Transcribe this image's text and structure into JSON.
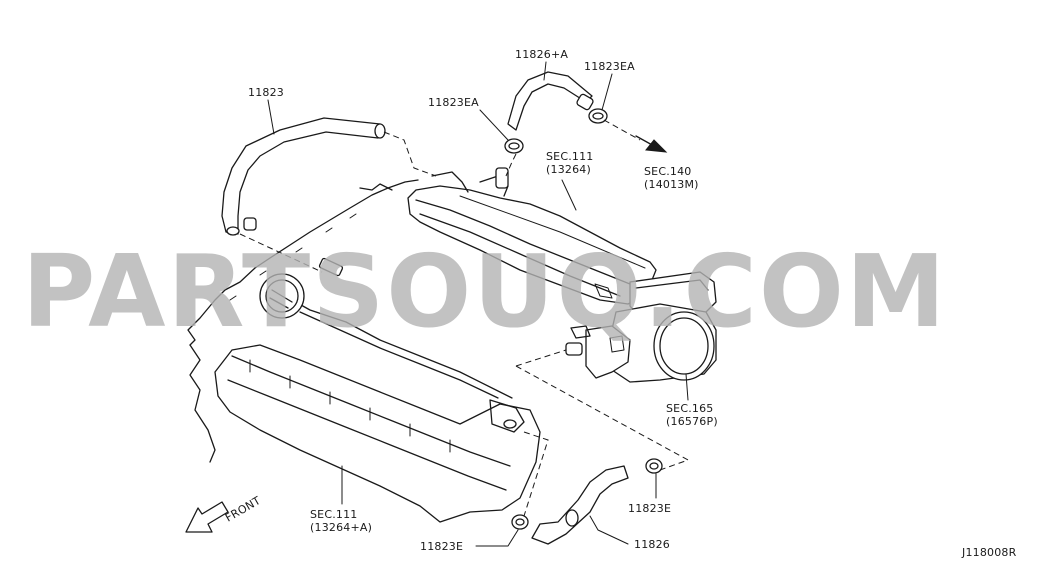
{
  "watermark": "PARTSOUQ.COM",
  "diagram_code": "J118008R",
  "front_label": "FRONT",
  "labels": {
    "hose_11823": "11823",
    "hose_11826a": "11826+A",
    "clamp_11823ea_top": "11823EA",
    "clamp_11823ea_left": "11823EA",
    "sec111_upper_line1": "SEC.111",
    "sec111_upper_line2": "(13264)",
    "sec140_line1": "SEC.140",
    "sec140_line2": "(14013M)",
    "sec165_line1": "SEC.165",
    "sec165_line2": "(16576P)",
    "sec111_lower_line1": "SEC.111",
    "sec111_lower_line2": "(13264+A)",
    "clamp_11823e_right": "11823E",
    "clamp_11823e_bottom": "11823E",
    "hose_11826": "11826"
  }
}
